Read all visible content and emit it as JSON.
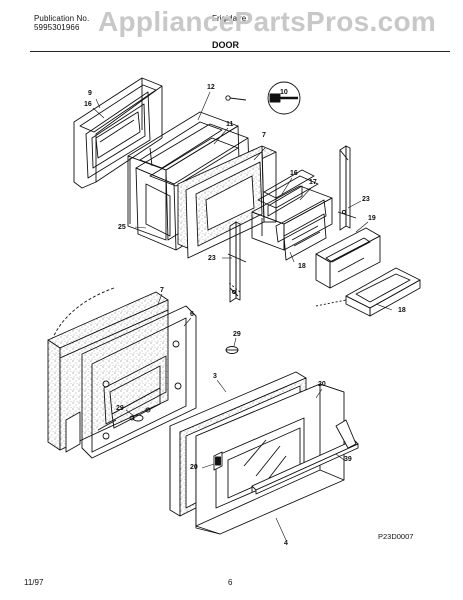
{
  "header": {
    "publication_label": "Publication No.",
    "publication_number": "5995301966",
    "brand": "Frigidaire",
    "watermark": "AppliancePartsPros.com",
    "section_title": "DOOR"
  },
  "callouts": [
    "9",
    "16",
    "12",
    "10",
    "11",
    "7",
    "25",
    "16",
    "17",
    "23",
    "19",
    "23",
    "18",
    "18",
    "7",
    "6",
    "29",
    "3",
    "20",
    "29",
    "20",
    "39",
    "4"
  ],
  "diagram_code": "P23D0007",
  "footer": {
    "date": "11/97",
    "page_number": "6"
  },
  "colors": {
    "line": "#111111",
    "watermark": "#c8c8c8",
    "speckle": "#9a9a9a"
  }
}
